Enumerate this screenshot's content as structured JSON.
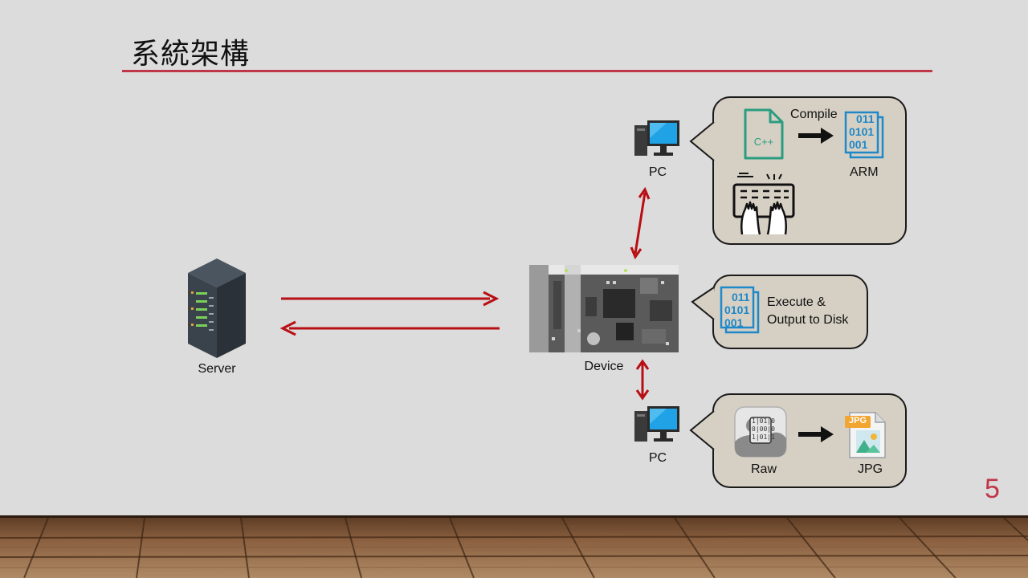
{
  "slide": {
    "title": "系統架構",
    "page_number": "5"
  },
  "nodes": {
    "server_label": "Server",
    "device_label": "Device",
    "pc_top_label": "PC",
    "pc_bottom_label": "PC"
  },
  "bubble_top": {
    "compile_label": "Compile",
    "arm_label": "ARM",
    "cpp_icon_text": "C++",
    "binary_lines": [
      "011",
      "0101",
      "001"
    ]
  },
  "bubble_middle": {
    "text_line1": "Execute &",
    "text_line2": "Output to Disk",
    "binary_lines": [
      "011",
      "0101",
      "001"
    ]
  },
  "bubble_bottom": {
    "raw_label": "Raw",
    "jpg_label": "JPG",
    "jpg_badge": "JPG",
    "raw_icon_lines": [
      "1|01|0",
      "0|00|0",
      "1|01|1"
    ]
  },
  "colors": {
    "accent": "#c0374a",
    "arrow": "#b80f14",
    "bubble_fill": "#d6d0c4",
    "icon_teal": "#2a9d7f",
    "icon_blue": "#1e88c8"
  }
}
